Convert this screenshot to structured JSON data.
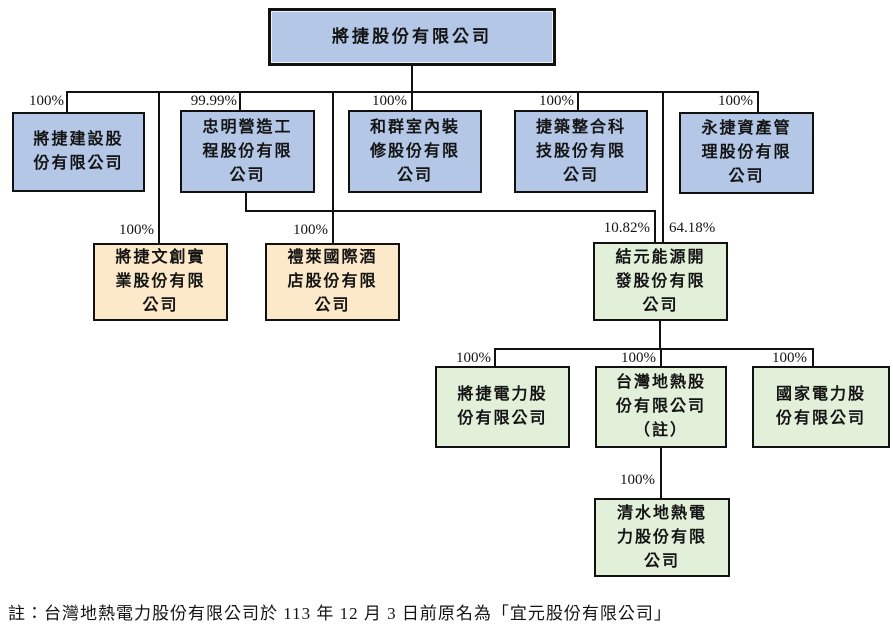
{
  "figure_type": "corporate-organization-chart",
  "note": "註：台灣地熱電力股份有限公司於 113 年 12 月 3 日前原名為「宜元股份有限公司」",
  "colors": {
    "blue": "#B4C7E7",
    "yellow": "#FCE9C9",
    "green": "#E2EFD9",
    "line": "#111111"
  },
  "companies": {
    "root": {
      "label": "將捷股份有限公司"
    },
    "construction": {
      "label": "將捷建設股\n份有限公司",
      "pct": "100%"
    },
    "zhongming": {
      "label": "忠明營造工\n程股份有限\n公司",
      "pct": "99.99%"
    },
    "hequn": {
      "label": "和群室內裝\n修股份有限\n公司",
      "pct": "100%"
    },
    "jiezhu": {
      "label": "捷築整合科\n技股份有限\n公司",
      "pct": "100%"
    },
    "yongjie": {
      "label": "永捷資產管\n理股份有限\n公司",
      "pct": "100%"
    },
    "wenchuang": {
      "label": "將捷文創實\n業股份有限\n公司",
      "pct": "100%"
    },
    "lilai": {
      "label": "禮萊國際酒\n店股份有限\n公司",
      "pct": "100%"
    },
    "jieyuan": {
      "label": "結元能源開\n發股份有限\n公司",
      "pct_from_zhongming": "10.82%",
      "pct_from_parent": "64.18%"
    },
    "jj_power": {
      "label": "將捷電力股\n份有限公司",
      "pct": "100%"
    },
    "taiwan_geothermal": {
      "label": "台灣地熱股\n份有限公司\n（註）",
      "pct": "100%"
    },
    "national_power": {
      "label": "國家電力股\n份有限公司",
      "pct": "100%"
    },
    "qingshui": {
      "label": "清水地熱電\n力股份有限\n公司",
      "pct": "100%"
    }
  }
}
